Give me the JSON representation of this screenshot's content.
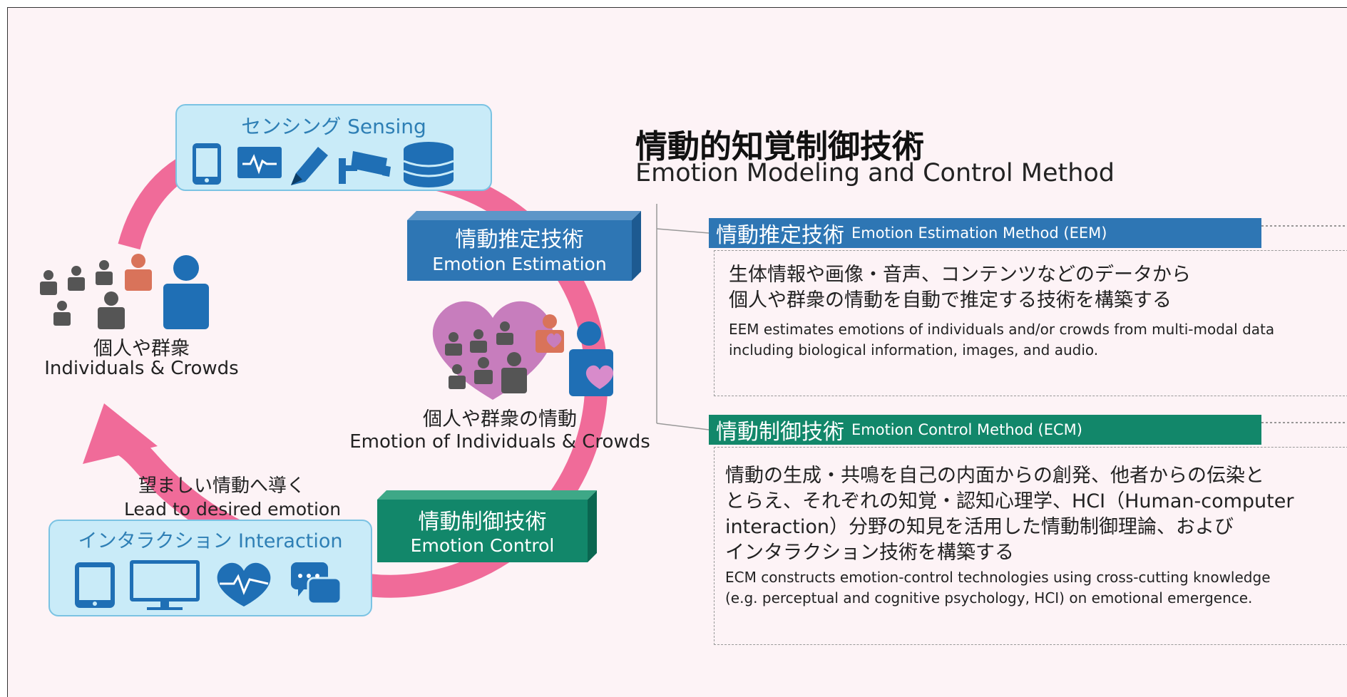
{
  "sensing": {
    "label": "センシング Sensing"
  },
  "individuals": {
    "label_jp": "個人や群衆",
    "label_en": "Individuals & Crowds"
  },
  "estimation_block": {
    "label_jp": "情動推定技術",
    "label_en": "Emotion Estimation"
  },
  "emotion_center": {
    "label_jp": "個人や群衆の情動",
    "label_en": "Emotion of Individuals & Crowds"
  },
  "lead": {
    "label_jp": "望ましい情動へ導く",
    "label_en": "Lead to desired emotion"
  },
  "control_block": {
    "label_jp": "情動制御技術",
    "label_en": "Emotion Control"
  },
  "interaction": {
    "label": "インタラクション Interaction"
  },
  "title": {
    "jp": "情動的知覚制御技術",
    "en": "Emotion Modeling and Control Method"
  },
  "eem": {
    "head_jp": "情動推定技術",
    "head_en": "Emotion Estimation Method (EEM)",
    "desc_jp_1": "生体情報や画像・音声、コンテンツなどのデータから",
    "desc_jp_2": "個人や群衆の情動を自動で推定する技術を構築する",
    "desc_en_1": "EEM estimates emotions of individuals and/or crowds from multi-modal data",
    "desc_en_2": "including biological information, images, and audio."
  },
  "ecm": {
    "head_jp": "情動制御技術",
    "head_en": "Emotion Control Method (ECM)",
    "desc_jp_1": "情動の生成・共鳴を自己の内面からの創発、他者からの伝染と",
    "desc_jp_2": "とらえ、それぞれの知覚・認知心理学、HCI（Human-computer",
    "desc_jp_3": "interaction）分野の知見を活用した情動制御理論、および",
    "desc_jp_4": "インタラクション技術を構築する",
    "desc_en_1": "ECM constructs emotion-control technologies using cross-cutting knowledge",
    "desc_en_2": "(e.g. perceptual and cognitive psychology, HCI) on emotional emergence."
  },
  "colors": {
    "cycle_arrow": "#f06b99",
    "sensing_fill": "#c9ebf8",
    "block_blue": "#2e76b4",
    "block_green": "#12876a",
    "person_gray": "#555555",
    "person_orange": "#d9735a",
    "person_blue": "#1f6fb5",
    "heart_purple": "#c77dbd"
  }
}
